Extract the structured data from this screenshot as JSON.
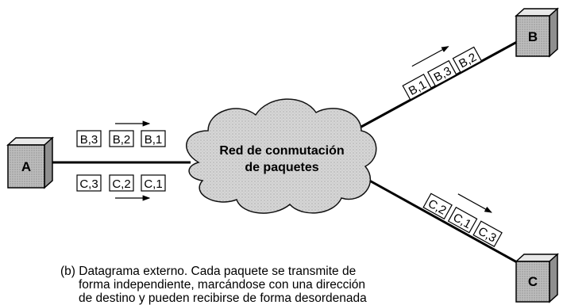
{
  "nodes": {
    "a": "A",
    "b": "B",
    "c": "C"
  },
  "network": {
    "line1": "Red de conmutación",
    "line2": "de paquetes"
  },
  "packets": {
    "a_top": [
      "B,3",
      "B,2",
      "B,1"
    ],
    "a_bottom": [
      "C,3",
      "C,2",
      "C,1"
    ],
    "to_b": [
      "B,1",
      "B,3",
      "B,2"
    ],
    "to_c": [
      "C,2",
      "C,1",
      "C,3"
    ]
  },
  "caption": {
    "line1": "(b) Datagrama externo. Cada paquete se transmite de",
    "line2": "forma independiente, marcándose con una dirección",
    "line3": "de destino y pueden recibirse de forma desordenada"
  }
}
